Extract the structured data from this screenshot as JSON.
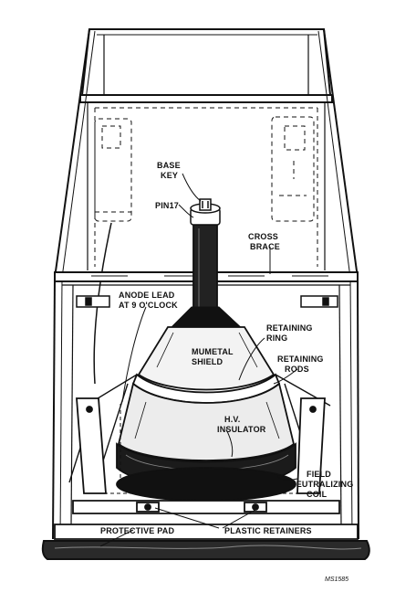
{
  "labels": {
    "base_key_1": "BASE",
    "base_key_2": "KEY",
    "pin17": "PIN17",
    "cross_brace_1": "CROSS",
    "cross_brace_2": "BRACE",
    "anode_lead_1": "ANODE LEAD",
    "anode_lead_2": "AT 9 O'CLOCK",
    "retaining_ring_1": "RETAINING",
    "retaining_ring_2": "RING",
    "mumetal_shield_1": "MUMETAL",
    "mumetal_shield_2": "SHIELD",
    "retaining_rods_1": "RETAINING",
    "retaining_rods_2": "RODS",
    "hv_insulator_1": "H.V.",
    "hv_insulator_2": "INSULATOR",
    "field_coil_1": "FIELD",
    "field_coil_2": "NEUTRALIZING",
    "field_coil_3": "COIL",
    "protective_pad": "PROTECTIVE PAD",
    "plastic_retainers": "PLASTIC RETAINERS",
    "figure_tag": "MS1585"
  },
  "colors": {
    "ink": "#111111",
    "paper": "#ffffff",
    "shade": "#d9d9d9"
  }
}
